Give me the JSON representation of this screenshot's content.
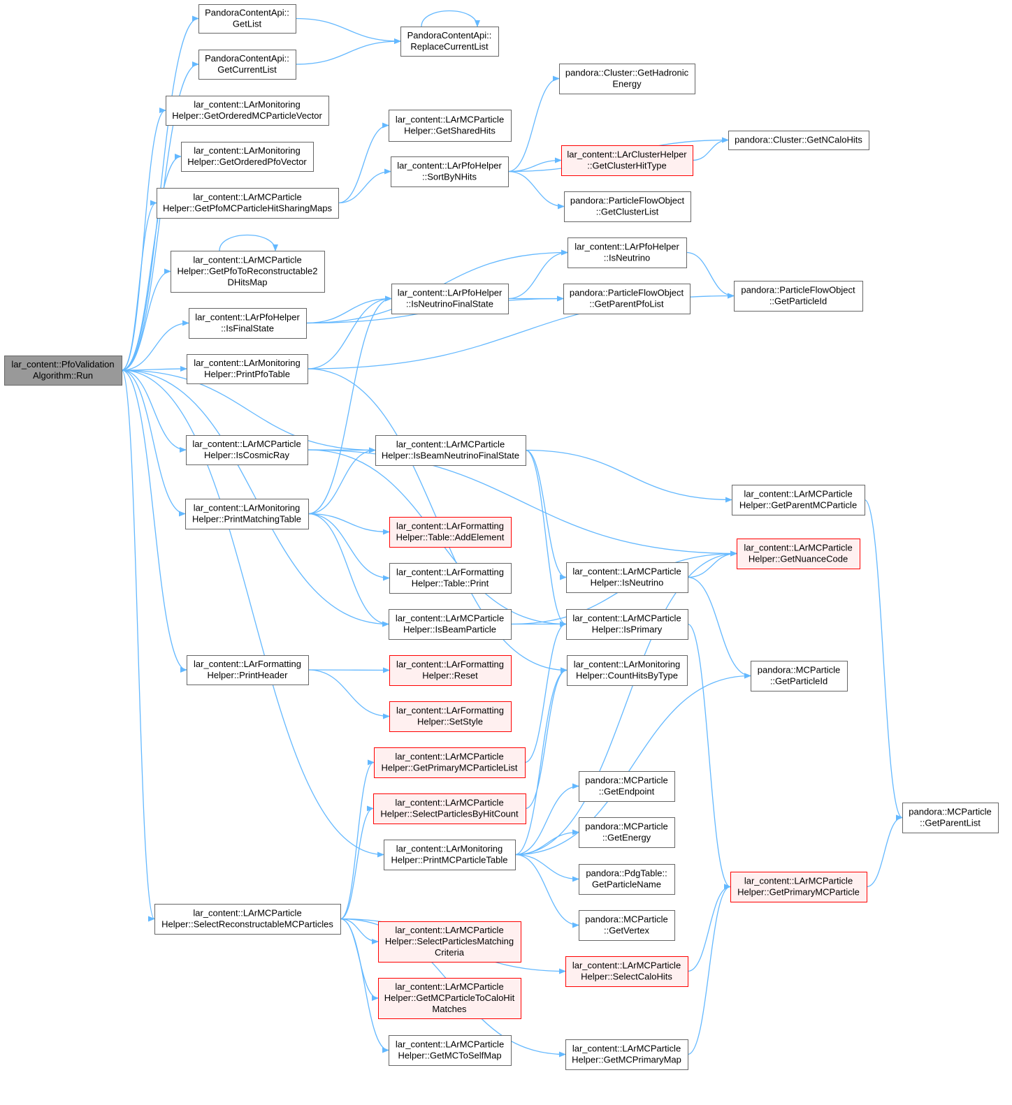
{
  "colors": {
    "edge": "#63b8ff",
    "root_fill": "#999999",
    "node_border": "#666666",
    "red_border": "#ff0000",
    "red_fill": "#fff0f0"
  },
  "nodes": [
    {
      "id": "run",
      "lines": [
        "lar_content::PfoValidation",
        "Algorithm::Run"
      ],
      "style": "root"
    },
    {
      "id": "getlist",
      "lines": [
        "PandoraContentApi::",
        "GetList"
      ]
    },
    {
      "id": "replace",
      "lines": [
        "PandoraContentApi::",
        "ReplaceCurrentList"
      ]
    },
    {
      "id": "getcurrent",
      "lines": [
        "PandoraContentApi::",
        "GetCurrentList"
      ]
    },
    {
      "id": "ordmc",
      "lines": [
        "lar_content::LArMonitoring",
        "Helper::GetOrderedMCParticleVector"
      ]
    },
    {
      "id": "ordpfo",
      "lines": [
        "lar_content::LArMonitoring",
        "Helper::GetOrderedPfoVector"
      ]
    },
    {
      "id": "pfomcmaps",
      "lines": [
        "lar_content::LArMCParticle",
        "Helper::GetPfoMCParticleHitSharingMaps"
      ]
    },
    {
      "id": "pfo2d",
      "lines": [
        "lar_content::LArMCParticle",
        "Helper::GetPfoToReconstructable2",
        "DHitsMap"
      ]
    },
    {
      "id": "isfinal",
      "lines": [
        "lar_content::LArPfoHelper",
        "::IsFinalState"
      ]
    },
    {
      "id": "printpfo",
      "lines": [
        "lar_content::LArMonitoring",
        "Helper::PrintPfoTable"
      ]
    },
    {
      "id": "iscosmic",
      "lines": [
        "lar_content::LArMCParticle",
        "Helper::IsCosmicRay"
      ]
    },
    {
      "id": "printmatch",
      "lines": [
        "lar_content::LArMonitoring",
        "Helper::PrintMatchingTable"
      ]
    },
    {
      "id": "printheader",
      "lines": [
        "lar_content::LArFormatting",
        "Helper::PrintHeader"
      ]
    },
    {
      "id": "getshared",
      "lines": [
        "lar_content::LArMCParticle",
        "Helper::GetSharedHits"
      ]
    },
    {
      "id": "sortby",
      "lines": [
        "lar_content::LArPfoHelper",
        "::SortByNHits"
      ]
    },
    {
      "id": "isnufinal",
      "lines": [
        "lar_content::LArPfoHelper",
        "::IsNeutrinoFinalState"
      ]
    },
    {
      "id": "isbeamnufinal",
      "lines": [
        "lar_content::LArMCParticle",
        "Helper::IsBeamNeutrinoFinalState"
      ]
    },
    {
      "id": "addelem",
      "lines": [
        "lar_content::LArFormatting",
        "Helper::Table::AddElement"
      ],
      "style": "red"
    },
    {
      "id": "tableprint",
      "lines": [
        "lar_content::LArFormatting",
        "Helper::Table::Print"
      ]
    },
    {
      "id": "isbeamp",
      "lines": [
        "lar_content::LArMCParticle",
        "Helper::IsBeamParticle"
      ]
    },
    {
      "id": "reset",
      "lines": [
        "lar_content::LArFormatting",
        "Helper::Reset"
      ],
      "style": "red"
    },
    {
      "id": "setstyle",
      "lines": [
        "lar_content::LArFormatting",
        "Helper::SetStyle"
      ],
      "style": "red"
    },
    {
      "id": "getprimlist",
      "lines": [
        "lar_content::LArMCParticle",
        "Helper::GetPrimaryMCParticleList"
      ],
      "style": "red"
    },
    {
      "id": "selbyhit",
      "lines": [
        "lar_content::LArMCParticle",
        "Helper::SelectParticlesByHitCount"
      ],
      "style": "red"
    },
    {
      "id": "printmctable",
      "lines": [
        "lar_content::LArMonitoring",
        "Helper::PrintMCParticleTable"
      ]
    },
    {
      "id": "selrecon",
      "lines": [
        "lar_content::LArMCParticle",
        "Helper::SelectReconstructableMCParticles"
      ]
    },
    {
      "id": "selmatchcrit",
      "lines": [
        "lar_content::LArMCParticle",
        "Helper::SelectParticlesMatching",
        "Criteria"
      ],
      "style": "red"
    },
    {
      "id": "getmctocalo",
      "lines": [
        "lar_content::LArMCParticle",
        "Helper::GetMCParticleToCaloHit",
        "Matches"
      ],
      "style": "red"
    },
    {
      "id": "getmctoself",
      "lines": [
        "lar_content::LArMCParticle",
        "Helper::GetMCToSelfMap"
      ]
    },
    {
      "id": "hadronic",
      "lines": [
        "pandora::Cluster::GetHadronic",
        "Energy"
      ]
    },
    {
      "id": "clusterhit",
      "lines": [
        "lar_content::LArClusterHelper",
        "::GetClusterHitType"
      ],
      "style": "red"
    },
    {
      "id": "clusterlist",
      "lines": [
        "pandora::ParticleFlowObject",
        "::GetClusterList"
      ]
    },
    {
      "id": "pfoisnu",
      "lines": [
        "lar_content::LArPfoHelper",
        "::IsNeutrino"
      ]
    },
    {
      "id": "parentpfo",
      "lines": [
        "pandora::ParticleFlowObject",
        "::GetParentPfoList"
      ]
    },
    {
      "id": "mcisnu",
      "lines": [
        "lar_content::LArMCParticle",
        "Helper::IsNeutrino"
      ]
    },
    {
      "id": "isprimary",
      "lines": [
        "lar_content::LArMCParticle",
        "Helper::IsPrimary"
      ]
    },
    {
      "id": "counthits",
      "lines": [
        "lar_content::LArMonitoring",
        "Helper::CountHitsByType"
      ]
    },
    {
      "id": "endpoint",
      "lines": [
        "pandora::MCParticle",
        "::GetEndpoint"
      ]
    },
    {
      "id": "energy",
      "lines": [
        "pandora::MCParticle",
        "::GetEnergy"
      ]
    },
    {
      "id": "pdgname",
      "lines": [
        "pandora::PdgTable::",
        "GetParticleName"
      ]
    },
    {
      "id": "vertex",
      "lines": [
        "pandora::MCParticle",
        "::GetVertex"
      ]
    },
    {
      "id": "selcalo",
      "lines": [
        "lar_content::LArMCParticle",
        "Helper::SelectCaloHits"
      ],
      "style": "red"
    },
    {
      "id": "getmcprimmap",
      "lines": [
        "lar_content::LArMCParticle",
        "Helper::GetMCPrimaryMap"
      ]
    },
    {
      "id": "ncalohits",
      "lines": [
        "pandora::Cluster::GetNCaloHits"
      ]
    },
    {
      "id": "particleid",
      "lines": [
        "pandora::ParticleFlowObject",
        "::GetParticleId"
      ]
    },
    {
      "id": "parentmc",
      "lines": [
        "lar_content::LArMCParticle",
        "Helper::GetParentMCParticle"
      ]
    },
    {
      "id": "nuance",
      "lines": [
        "lar_content::LArMCParticle",
        "Helper::GetNuanceCode"
      ],
      "style": "red"
    },
    {
      "id": "mcparticleid",
      "lines": [
        "pandora::MCParticle",
        "::GetParticleId"
      ]
    },
    {
      "id": "getprimmc",
      "lines": [
        "lar_content::LArMCParticle",
        "Helper::GetPrimaryMCParticle"
      ],
      "style": "red"
    },
    {
      "id": "parentlist",
      "lines": [
        "pandora::MCParticle",
        "::GetParentList"
      ]
    }
  ],
  "edges": [
    [
      "run",
      "getlist"
    ],
    [
      "run",
      "getcurrent"
    ],
    [
      "run",
      "ordmc"
    ],
    [
      "run",
      "ordpfo"
    ],
    [
      "run",
      "pfomcmaps"
    ],
    [
      "run",
      "pfo2d"
    ],
    [
      "run",
      "isfinal"
    ],
    [
      "run",
      "printpfo"
    ],
    [
      "run",
      "iscosmic"
    ],
    [
      "run",
      "isbeamnufinal"
    ],
    [
      "run",
      "printmatch"
    ],
    [
      "run",
      "isbeamp"
    ],
    [
      "run",
      "printheader"
    ],
    [
      "run",
      "printmctable"
    ],
    [
      "run",
      "selrecon"
    ],
    [
      "getlist",
      "replace"
    ],
    [
      "getcurrent",
      "replace"
    ],
    [
      "replace",
      "replace"
    ],
    [
      "pfo2d",
      "pfo2d"
    ],
    [
      "pfomcmaps",
      "getshared"
    ],
    [
      "pfomcmaps",
      "sortby"
    ],
    [
      "sortby",
      "hadronic"
    ],
    [
      "sortby",
      "ncalohits"
    ],
    [
      "sortby",
      "clusterhit"
    ],
    [
      "sortby",
      "clusterlist"
    ],
    [
      "clusterhit",
      "ncalohits"
    ],
    [
      "isfinal",
      "pfoisnu"
    ],
    [
      "isfinal",
      "parentpfo"
    ],
    [
      "isfinal",
      "isnufinal"
    ],
    [
      "isnufinal",
      "pfoisnu"
    ],
    [
      "isnufinal",
      "parentpfo"
    ],
    [
      "pfoisnu",
      "particleid"
    ],
    [
      "printpfo",
      "isnufinal"
    ],
    [
      "printpfo",
      "particleid"
    ],
    [
      "printpfo",
      "counthits"
    ],
    [
      "iscosmic",
      "isbeamnufinal"
    ],
    [
      "iscosmic",
      "nuance"
    ],
    [
      "iscosmic",
      "isprimary"
    ],
    [
      "printmatch",
      "isnufinal"
    ],
    [
      "printmatch",
      "isbeamnufinal"
    ],
    [
      "printmatch",
      "addelem"
    ],
    [
      "printmatch",
      "tableprint"
    ],
    [
      "printmatch",
      "isbeamp"
    ],
    [
      "isbeamnufinal",
      "parentmc"
    ],
    [
      "isbeamnufinal",
      "mcisnu"
    ],
    [
      "isbeamnufinal",
      "isprimary"
    ],
    [
      "parentmc",
      "parentlist"
    ],
    [
      "isbeamp",
      "nuance"
    ],
    [
      "isbeamp",
      "isprimary"
    ],
    [
      "mcisnu",
      "nuance"
    ],
    [
      "mcisnu",
      "mcparticleid"
    ],
    [
      "isprimary",
      "getprimmc"
    ],
    [
      "printheader",
      "reset"
    ],
    [
      "printheader",
      "setstyle"
    ],
    [
      "getprimlist",
      "isprimary"
    ],
    [
      "selbyhit",
      "counthits"
    ],
    [
      "printmctable",
      "counthits"
    ],
    [
      "printmctable",
      "mcparticleid"
    ],
    [
      "printmctable",
      "nuance"
    ],
    [
      "printmctable",
      "endpoint"
    ],
    [
      "printmctable",
      "energy"
    ],
    [
      "printmctable",
      "pdgname"
    ],
    [
      "printmctable",
      "vertex"
    ],
    [
      "selrecon",
      "getprimlist"
    ],
    [
      "selrecon",
      "selbyhit"
    ],
    [
      "selrecon",
      "selmatchcrit"
    ],
    [
      "selrecon",
      "getmctocalo"
    ],
    [
      "selrecon",
      "getmctoself"
    ],
    [
      "selrecon",
      "selcalo"
    ],
    [
      "selrecon",
      "getmcprimmap"
    ],
    [
      "selcalo",
      "getprimmc"
    ],
    [
      "getmcprimmap",
      "getprimmc"
    ],
    [
      "getprimmc",
      "parentlist"
    ]
  ]
}
